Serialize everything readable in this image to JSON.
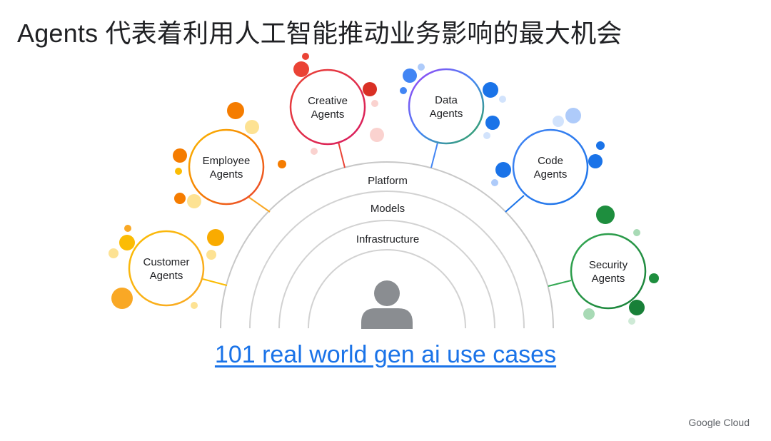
{
  "title": "Agents 代表着利用人工智能推动业务影响的最大机会",
  "layers": [
    "Platform",
    "Models",
    "Infrastructure"
  ],
  "agents": [
    {
      "id": "customer",
      "lines": [
        "Customer",
        "Agents"
      ],
      "color": "#fbbc04"
    },
    {
      "id": "employee",
      "lines": [
        "Employee",
        "Agents"
      ],
      "color": "#f57c00"
    },
    {
      "id": "creative",
      "lines": [
        "Creative",
        "Agents"
      ],
      "color": "#ea4335"
    },
    {
      "id": "data",
      "lines": [
        "Data",
        "Agents"
      ],
      "color": "#4285f4"
    },
    {
      "id": "code",
      "lines": [
        "Code",
        "Agents"
      ],
      "color": "#1a73e8"
    },
    {
      "id": "security",
      "lines": [
        "Security",
        "Agents"
      ],
      "color": "#34a853"
    }
  ],
  "colors": {
    "arc": "#c8c8c8",
    "person": "#8a8d91",
    "link": "#1a73e8"
  },
  "icons": {
    "center": "person-icon"
  },
  "link_text": "101 real world gen ai use cases",
  "footer": "Google Cloud"
}
